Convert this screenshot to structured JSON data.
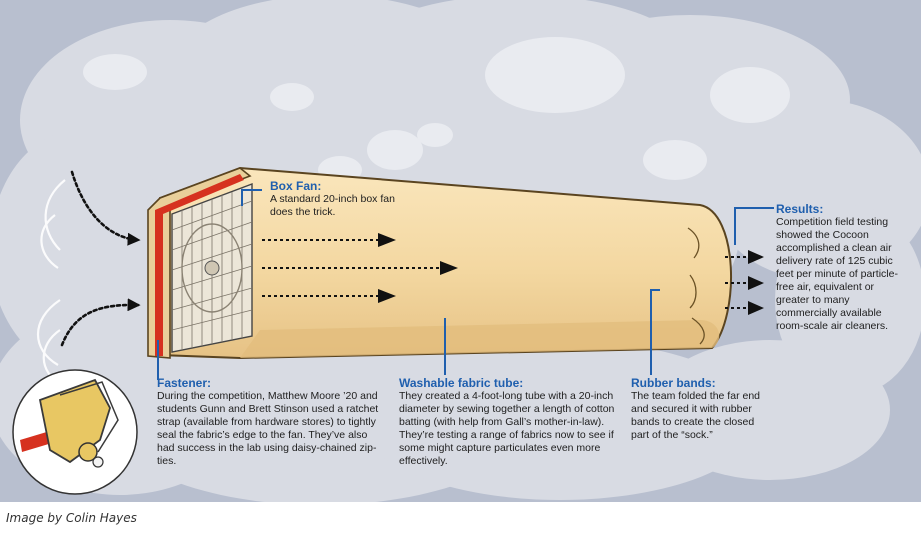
{
  "callouts": {
    "box_fan": {
      "title": "Box Fan:",
      "text": "A standard 20-inch box fan does the trick."
    },
    "fastener": {
      "title": "Fastener:",
      "text": "During the competition, Matthew Moore ’20 and students Gunn and Brett Stinson used a ratchet strap (available from hardware stores) to tightly seal the fabric’s edge to the fan. They’ve also had success in the lab using daisy-chained zip-ties."
    },
    "washable_tube": {
      "title": "Washable fabric tube:",
      "text": "They created a 4-foot-long tube with a 20-inch diameter by sewing together a length of cotton batting (with help from Gall’s mother-in-law). They’re testing a range of fabrics now to see if some might capture particulates even more effectively."
    },
    "rubber_bands": {
      "title": "Rubber bands:",
      "text": "The team folded the far end and secured it with rubber bands to create the closed part of the “sock.”"
    },
    "results": {
      "title": "Results:",
      "text": "Competition field testing showed the Cocoon accomplished a clean air delivery rate of 125 cubic feet per minute of particle-free air, equivalent or greater to many commercially available room-scale air cleaners."
    }
  },
  "credit": "Image by Colin Hayes",
  "colors": {
    "title_blue": "#1f5fae",
    "background": "#b6bdcd",
    "fabric": "#f3d9a4",
    "fan_red": "#d6311f"
  },
  "icons": [
    "intake-arrow-icon",
    "flow-arrow-icon",
    "exhaust-arrow-icon",
    "ratchet-strap-icon"
  ]
}
